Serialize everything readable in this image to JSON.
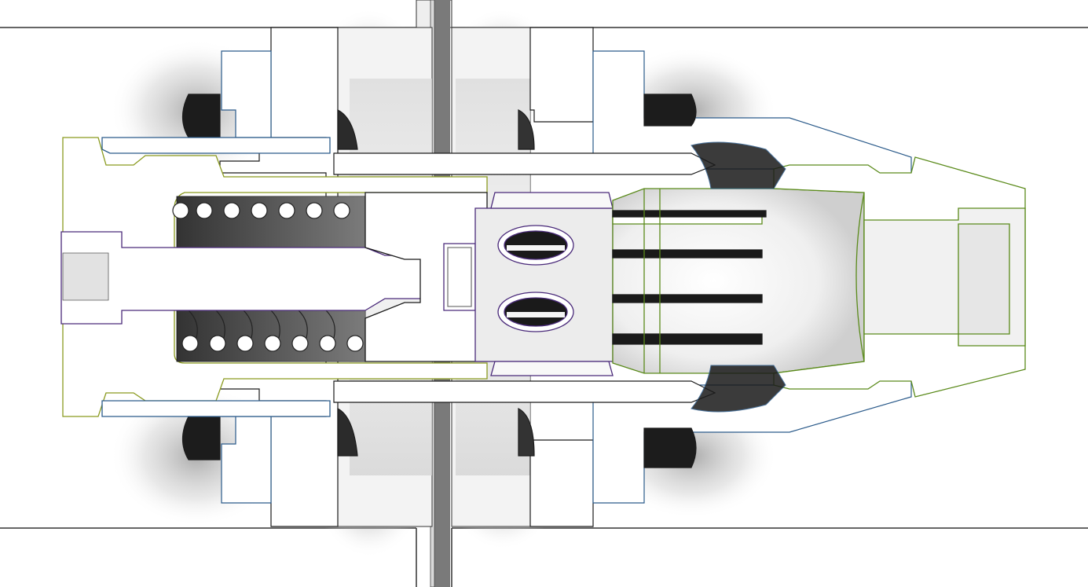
{
  "diagram": {
    "kind": "cross-section mechanical assembly",
    "components": [
      {
        "name": "panel-wall"
      },
      {
        "name": "center-divider"
      },
      {
        "name": "left-flange"
      },
      {
        "name": "right-flange"
      },
      {
        "name": "left-body-housing"
      },
      {
        "name": "compression-spring"
      },
      {
        "name": "plunger-pin"
      },
      {
        "name": "slotted-coupler"
      },
      {
        "name": "collet-fingers"
      },
      {
        "name": "right-nose-housing"
      }
    ],
    "colors": {
      "background": "#ffffff",
      "edge": "#1a1a1a",
      "divider": "#7a7a7a",
      "body_outline": "#8a9a1f",
      "housing_outline": "#2a5a8a",
      "collet_outline": "#5a8a1a",
      "pin_outline": "#4a2a7a",
      "shadow": "#9a9a9a"
    }
  }
}
